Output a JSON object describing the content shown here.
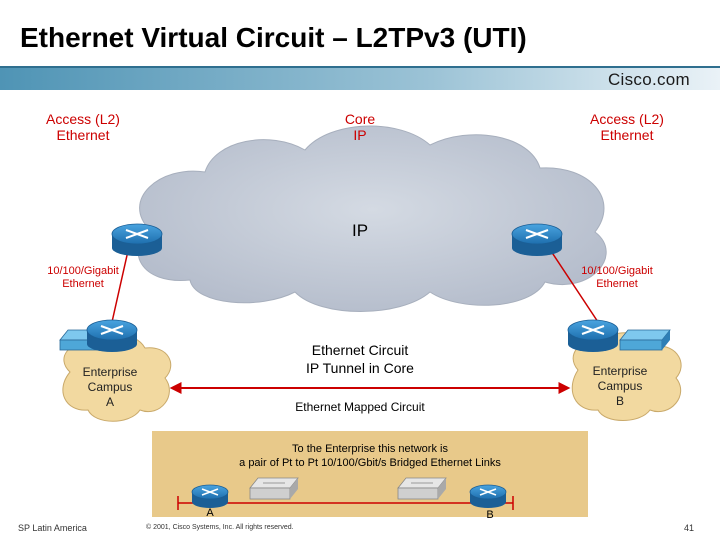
{
  "slide": {
    "title": "Ethernet Virtual Circuit – L2TPv3 (UTI)",
    "brand": "Cisco.com"
  },
  "labels": {
    "access_left_line1": "Access (L2)",
    "access_left_line2": "Ethernet",
    "core_line1": "Core",
    "core_line2": "IP",
    "access_right_line1": "Access (L2)",
    "access_right_line2": "Ethernet",
    "cloud_label": "IP",
    "gig_left_line1": "10/100/Gigabit",
    "gig_left_line2": "Ethernet",
    "gig_right_line1": "10/100/Gigabit",
    "gig_right_line2": "Ethernet",
    "campus_a": [
      "Enterprise",
      "Campus",
      "A"
    ],
    "campus_b": [
      "Enterprise",
      "Campus",
      "B"
    ],
    "circuit_line1": "Ethernet Circuit",
    "circuit_line2": "IP Tunnel in Core",
    "mapped_circuit": "Ethernet Mapped Circuit",
    "enterprise_view_line1": "To the Enterprise this network is",
    "enterprise_view_line2": "a pair of Pt to Pt 10/100/Gbit/s Bridged Ethernet Links",
    "point_a": "A",
    "point_b": "B"
  },
  "footer": {
    "left": "SP Latin America",
    "copyright": "© 2001, Cisco Systems, Inc. All rights reserved.",
    "page_number": "41"
  },
  "colors": {
    "accent_red": "#cc0000",
    "cloud": "#c3cad6",
    "router_blue": "#1e7fc3",
    "campus_cloud": "#f2d9a0",
    "bottom_panel": "#e8c98a",
    "header_bar": "#6aa7c4"
  }
}
